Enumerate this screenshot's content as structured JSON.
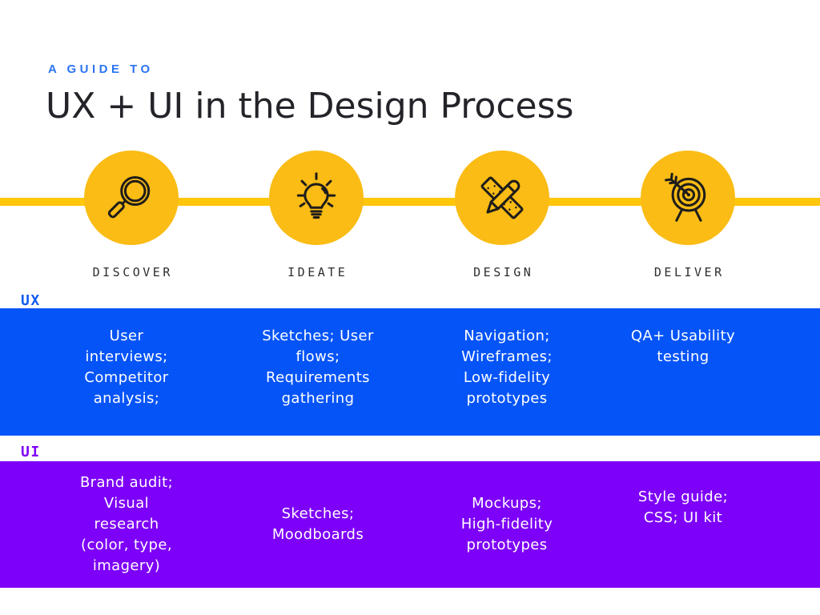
{
  "header": {
    "kicker": "A GUIDE TO",
    "title": "UX + UI in the Design Process"
  },
  "process": {
    "steps": [
      {
        "label": "DISCOVER",
        "icon": "magnifier-icon"
      },
      {
        "label": "IDEATE",
        "icon": "lightbulb-icon"
      },
      {
        "label": "DESIGN",
        "icon": "pencil-ruler-icon"
      },
      {
        "label": "DELIVER",
        "icon": "dart-target-icon"
      }
    ]
  },
  "rows": {
    "ux": {
      "label": "UX",
      "columns": [
        "User\ninterviews;\nCompetitor\nanalysis;",
        "Sketches; User\nflows;\nRequirements\ngathering",
        "Navigation;\nWireframes;\nLow-fidelity\nprototypes",
        "QA+ Usability\ntesting"
      ]
    },
    "ui": {
      "label": "UI",
      "columns": [
        "Brand audit;\nVisual\nresearch\n(color, type,\nimagery)",
        "Sketches;\nMoodboards",
        "Mockups;\nHigh-fidelity\nprototypes",
        "Style guide;\nCSS; UI kit"
      ]
    }
  },
  "colors": {
    "accent_blue": "#2B74F2",
    "band_blue": "#0554F8",
    "band_purple": "#7D00F8",
    "circle_yellow": "#FABC15",
    "line_yellow": "#FFC60A",
    "title_text": "#232329",
    "step_label_text": "#302E2A",
    "band_text": "#FFFFFF",
    "background": "#FFFFFF"
  }
}
